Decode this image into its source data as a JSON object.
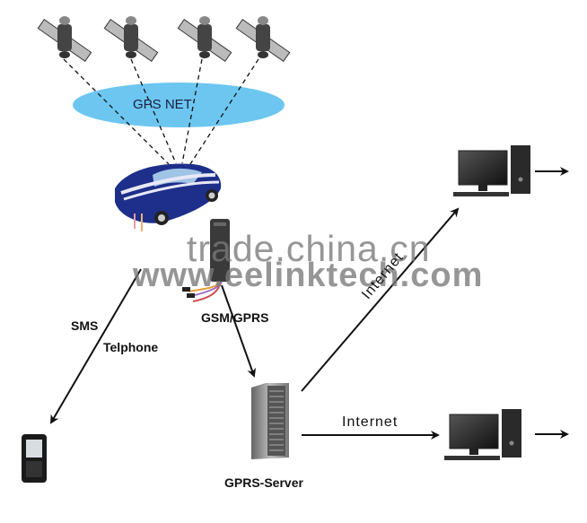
{
  "diagram": {
    "gps_net_label": "GPS NET",
    "gsm_label": "GSM/GPRS",
    "sms_label": "SMS",
    "telephone_label": "Telphone",
    "server_label": "GPRS-Server",
    "internet_diag_label": "Internet",
    "internet_horiz_label": "Internet",
    "satellites_count": 4,
    "colors": {
      "gps_net": "#6cc6f0",
      "car_body": "#1d2f8a",
      "line": "#111111",
      "watermark": "#787878"
    }
  },
  "watermark": {
    "line1": "trade.china.cn",
    "line2": "www.eelinktech.com"
  }
}
